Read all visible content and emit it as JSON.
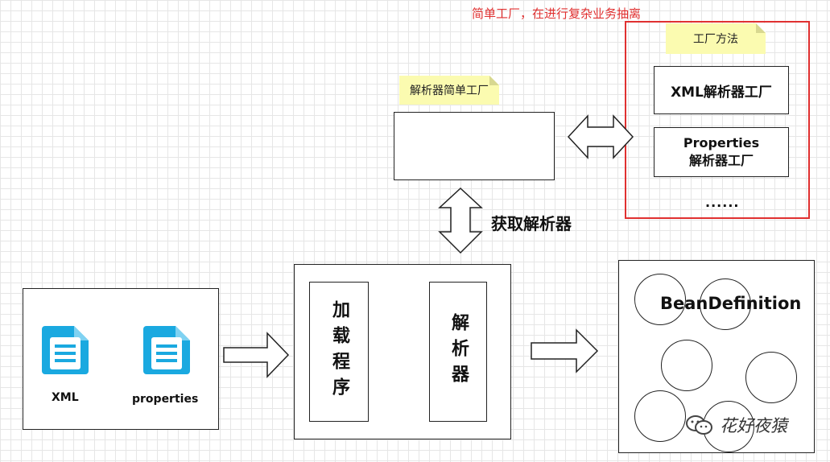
{
  "top_note": "简单工厂，在进行复杂业务抽离",
  "factory_method": {
    "label": "工厂方法",
    "items": [
      "XML解析器工厂",
      "Properties\n解析器工厂"
    ],
    "ellipsis": "......"
  },
  "simple_factory": {
    "label": "解析器简单工厂"
  },
  "get_parser_label": "获取解析器",
  "sources": {
    "xml_label": "XML",
    "properties_label": "properties"
  },
  "loader_label": "加载程序",
  "parser_label": "解析器",
  "output_label": "BeanDefinition",
  "watermark": "花好夜猿",
  "colors": {
    "red_frame": "#e03030",
    "file_icon": "#1aa9e0",
    "sticky": "#fbfbb0"
  }
}
